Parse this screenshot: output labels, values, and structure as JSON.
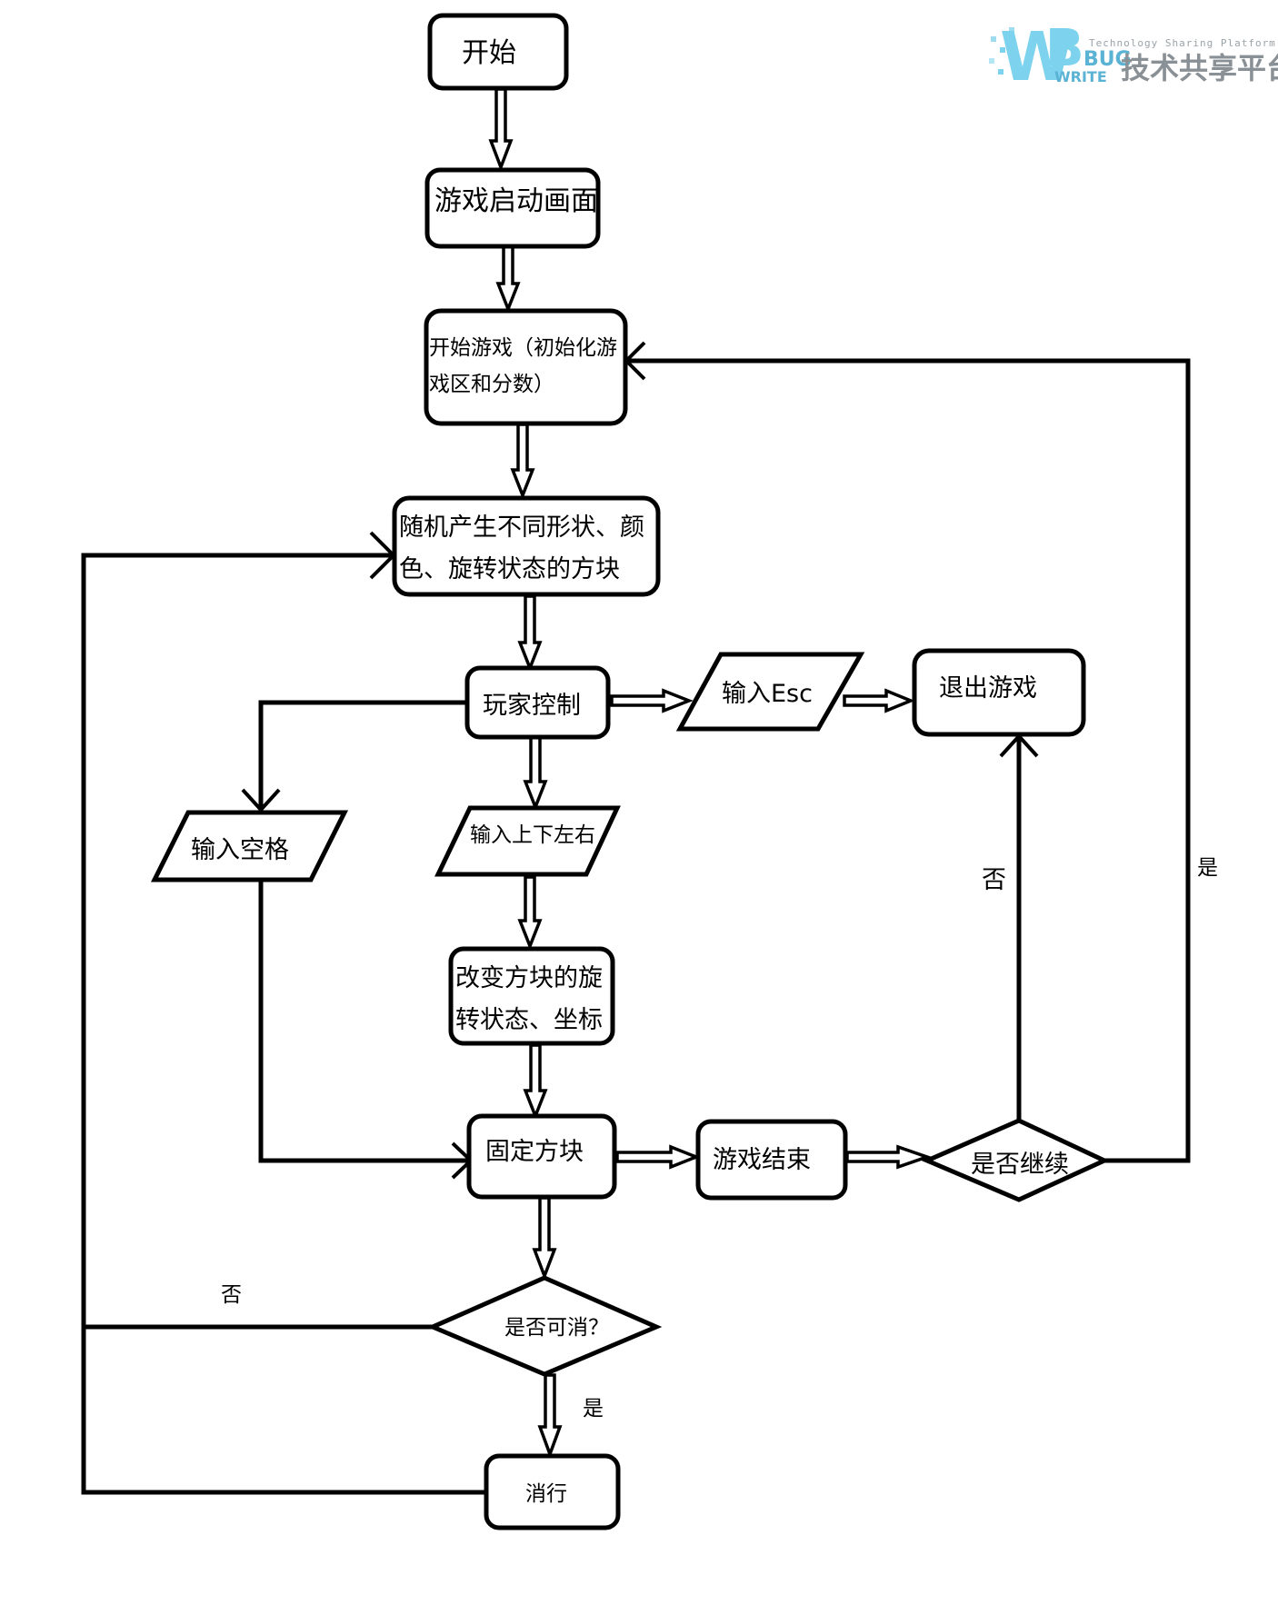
{
  "watermark": {
    "mark_w": "W",
    "mark_b": "B",
    "bug": "BUG",
    "write": "WRITE",
    "tagline": "Technology Sharing Platform",
    "name_cn": "技术共享平台"
  },
  "nodes": {
    "start": "开始",
    "splash": "游戏启动画面",
    "init_line1": "开始游戏（初始化游",
    "init_line2": "戏区和分数）",
    "spawn_line1": "随机产生不同形状、颜",
    "spawn_line2": "色、旋转状态的方块",
    "control": "玩家控制",
    "input_esc": "输入Esc",
    "exit": "退出游戏",
    "input_space": "输入空格",
    "input_arrows": "输入上下左右",
    "change_line1": "改变方块的旋",
    "change_line2": "转状态、坐标",
    "fix": "固定方块",
    "game_over": "游戏结束",
    "continue_q": "是否继续",
    "clear_q": "是否可消？",
    "clear_row": "消行"
  },
  "edge_labels": {
    "continue_no": "否",
    "continue_yes": "是",
    "clear_no": "否",
    "clear_yes": "是"
  }
}
